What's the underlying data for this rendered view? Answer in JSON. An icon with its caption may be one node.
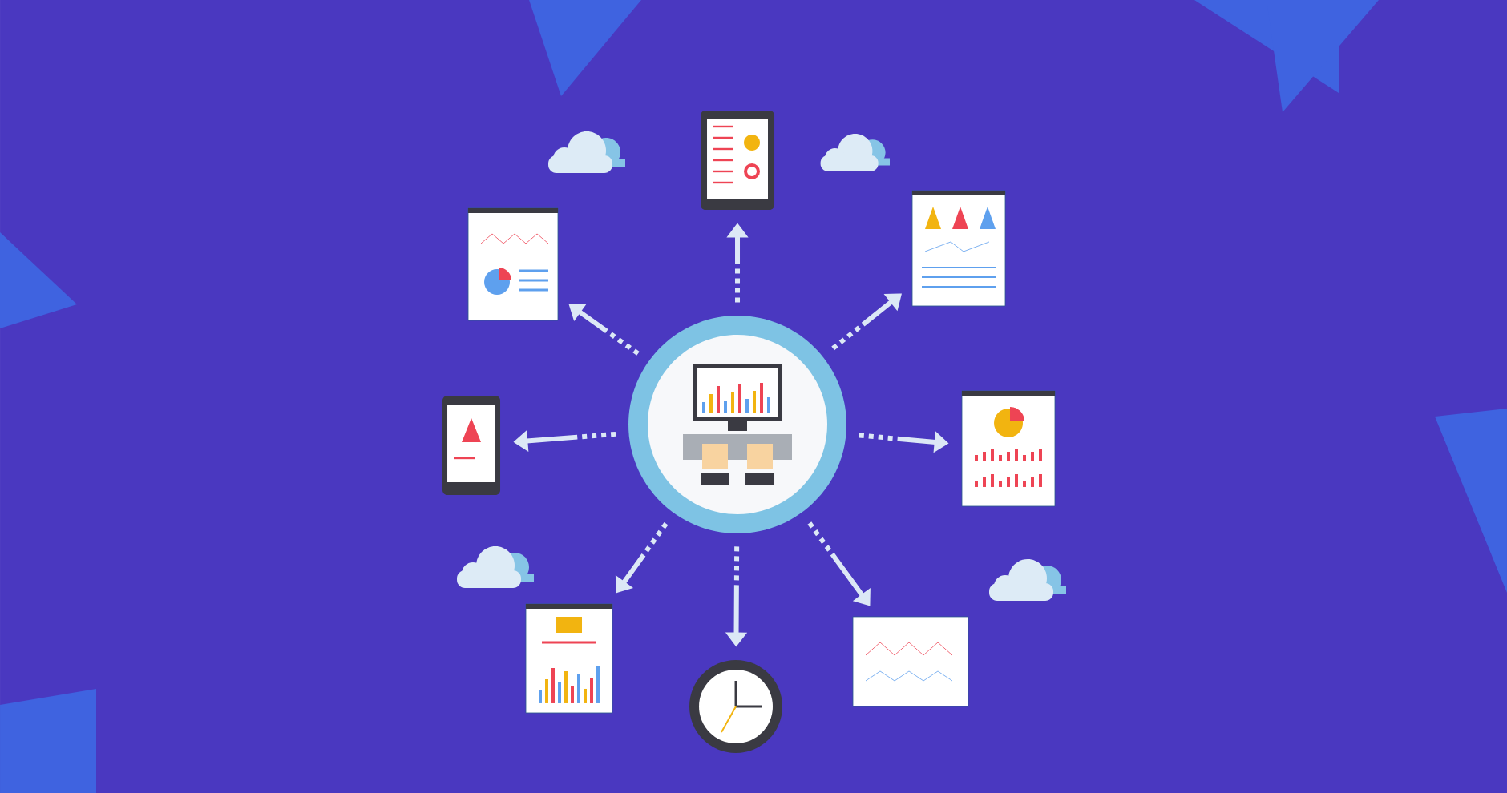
{
  "diagram": {
    "nodes": [
      {
        "text": [],
        "shape": "picture"
      },
      {
        "text": [],
        "shape": "picture"
      },
      {
        "text": [],
        "shape": "picture"
      },
      {
        "text": [],
        "shape": "picture"
      },
      {
        "text": [],
        "shape": "picture"
      },
      {
        "text": [],
        "shape": "picture"
      },
      {
        "text": [],
        "shape": "picture"
      },
      {
        "text": [],
        "shape": "picture"
      },
      {
        "text": [],
        "shape": "picture"
      }
    ],
    "edges": [
      {
        "from": 0,
        "to": 1,
        "arrow": "to",
        "style": "dashed"
      },
      {
        "from": 0,
        "to": 2,
        "arrow": "to",
        "style": "dashed"
      },
      {
        "from": 0,
        "to": 3,
        "arrow": "to",
        "style": "dashed"
      },
      {
        "from": 0,
        "to": 4,
        "arrow": "to",
        "style": "dashed"
      },
      {
        "from": 0,
        "to": 5,
        "arrow": "to",
        "style": "dashed"
      },
      {
        "from": 0,
        "to": 6,
        "arrow": "to",
        "style": "dashed"
      },
      {
        "from": 0,
        "to": 7,
        "arrow": "to",
        "style": "dashed"
      },
      {
        "from": 0,
        "to": 8,
        "arrow": "to",
        "style": "dashed"
      }
    ]
  }
}
